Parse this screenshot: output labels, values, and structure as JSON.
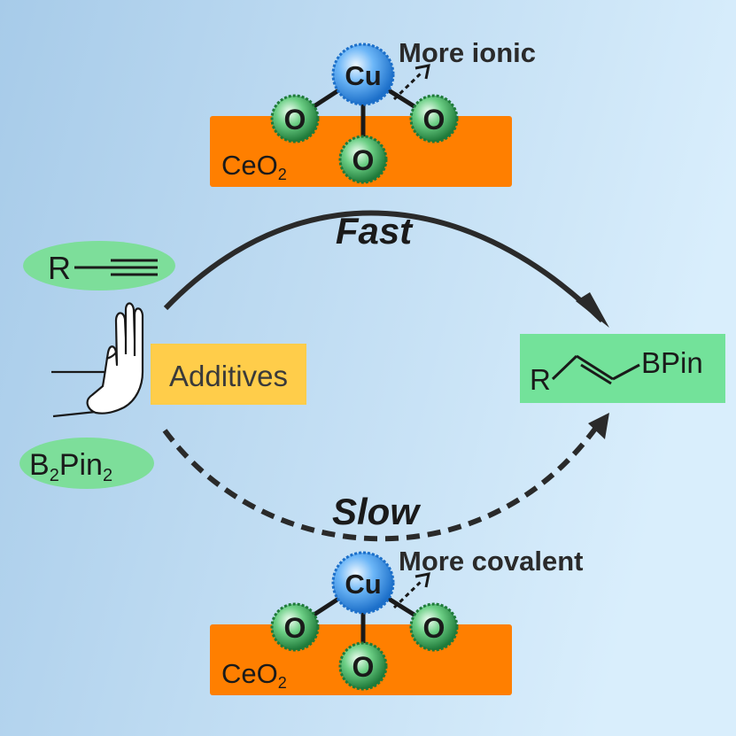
{
  "colors": {
    "background_left": "#a9cdea",
    "background_right": "#d6ecfb",
    "support": "#ff7f00",
    "oxygen": "#2e9a4e",
    "copper": "#3f9bf0",
    "green_pill": "#7dde9a",
    "product_box": "#73e29a",
    "additives_box": "#ffcd4a",
    "arrow": "#2a2a2a"
  },
  "top_site": {
    "metal": "Cu",
    "oxygen_label": "O",
    "support_label": "CeO",
    "support_subscript": "2",
    "arrow_label": "More ionic"
  },
  "bottom_site": {
    "metal": "Cu",
    "oxygen_label": "O",
    "support_label": "CeO",
    "support_subscript": "2",
    "arrow_label": "More covalent"
  },
  "paths": {
    "fast_label": "Fast",
    "slow_label": "Slow"
  },
  "reactants": {
    "alkyne_r": "R",
    "diboron": {
      "b": "B",
      "b_sub": "2",
      "pin": "Pin",
      "pin_sub": "2"
    }
  },
  "additives": {
    "label": "Additives",
    "icon": "raised-hand-icon"
  },
  "product": {
    "r": "R",
    "bpin": "BPin"
  }
}
